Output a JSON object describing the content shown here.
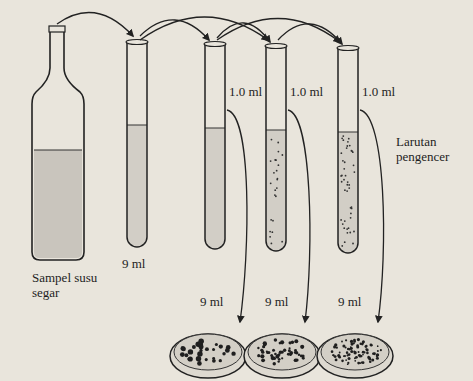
{
  "diagram": {
    "labels": [
      "Sampel susu segar",
      "9 ml",
      "1.0 ml",
      "1.0 ml",
      "1.0 ml",
      "Larutan pengencer",
      "9 ml",
      "9 ml",
      "9 ml"
    ]
  }
}
